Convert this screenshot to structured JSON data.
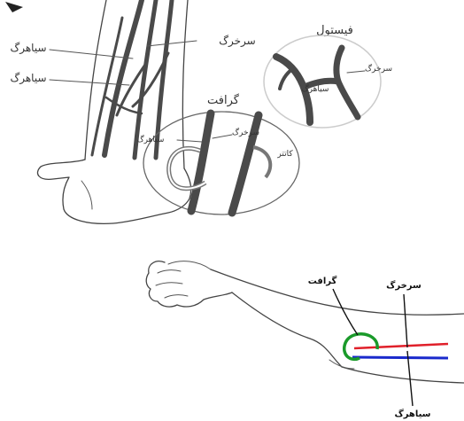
{
  "top_panel": {
    "label_artery": "سرخرگ",
    "label_vein_1": "سیاهرگ",
    "label_vein_2": "سیاهرگ",
    "fistula_inset": {
      "title": "فیستول",
      "label_artery": "سرخرگ",
      "label_vein": "سیاهرگ"
    },
    "graft_inset": {
      "title": "گرافت",
      "label_artery": "سرخرگ",
      "label_vein": "سیاهرگ",
      "label_catheter": "کاتتر"
    }
  },
  "bottom_panel": {
    "label_graft": "گرافت",
    "label_artery": "سرخرگ",
    "label_vein": "سیاهرگ",
    "colors": {
      "graft": "#1a9a2a",
      "artery": "#e0202a",
      "vein": "#1a2acc"
    }
  }
}
